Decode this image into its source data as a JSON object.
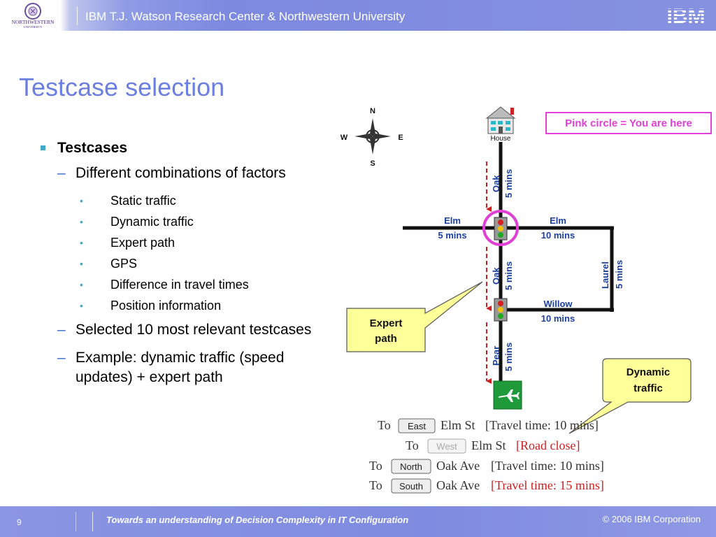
{
  "header": {
    "title": "IBM T.J. Watson Research Center & Northwestern University",
    "left_logo_text": "NORTHWESTERN",
    "left_logo_sub": "UNIVERSITY",
    "right_logo_text": "IBM"
  },
  "slide": {
    "title": "Testcase selection",
    "bullets": {
      "level1": "Testcases",
      "item1": "Different combinations of factors",
      "subitems": [
        "Static traffic",
        "Dynamic traffic",
        "Expert path",
        "GPS",
        "Difference in travel times",
        "Position information"
      ],
      "item2": "Selected 10 most relevant testcases",
      "item3": "Example: dynamic traffic (speed updates) + expert path"
    }
  },
  "map": {
    "compass": {
      "n": "N",
      "s": "S",
      "e": "E",
      "w": "W"
    },
    "house_label": "House",
    "legend": "Pink circle = You are here",
    "oak_top": {
      "name": "Oak",
      "time": "5 mins"
    },
    "elm_left": {
      "name": "Elm",
      "time": "5 mins"
    },
    "elm_right": {
      "name": "Elm",
      "time": "10 mins"
    },
    "oak_mid": {
      "name": "Oak",
      "time": "5 mins"
    },
    "laurel": {
      "name": "Laurel",
      "time": "5 mins"
    },
    "willow": {
      "name": "Willow",
      "time": "10 mins"
    },
    "pear": {
      "name": "Pear",
      "time": "5 mins"
    },
    "expert_callout": "Expert path",
    "dynamic_callout": "Dynamic traffic",
    "directions": [
      {
        "prefix": "To",
        "button": "East",
        "street": "Elm St",
        "info": "[Travel time: 10 mins]",
        "info_color": "#333333",
        "disabled": false
      },
      {
        "prefix": "To",
        "button": "West",
        "street": "Elm St",
        "info": "[Road close]",
        "info_color": "#cc1f1f",
        "disabled": true
      },
      {
        "prefix": "To",
        "button": "North",
        "street": "Oak Ave",
        "info": "[Travel time: 10 mins]",
        "info_color": "#333333",
        "disabled": false
      },
      {
        "prefix": "To",
        "button": "South",
        "street": "Oak Ave",
        "info": "[Travel time: 15 mins]",
        "info_color": "#cc1f1f",
        "disabled": false
      }
    ],
    "colors": {
      "road": "#111111",
      "arrow": "#cc1f1f",
      "street_label": "#1a3fa0",
      "pink": "#e23fd6",
      "airport": "#1f9a3a",
      "callout": "#ffff99"
    }
  },
  "footer": {
    "page_number": "9",
    "title": "Towards an understanding of Decision Complexity in IT Configuration",
    "copyright": "© 2006 IBM Corporation"
  }
}
